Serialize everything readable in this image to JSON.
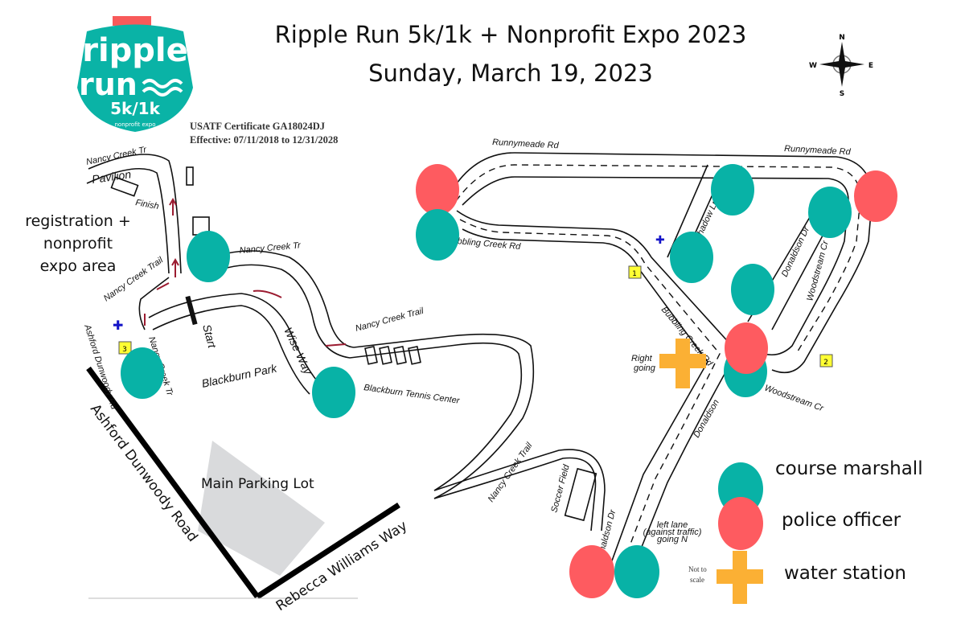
{
  "header": {
    "title_line1": "Ripple Run 5k/1k + Nonprofit Expo 2023",
    "title_line2": "Sunday, March 19, 2023"
  },
  "logo": {
    "line1": "ripple",
    "line2": "run",
    "line3": "5k/1k",
    "line4": "nonprofit expo"
  },
  "certificate": {
    "line1": "USATF Certificate GA18024DJ",
    "line2": "Effective: 07/11/2018 to 12/31/2028"
  },
  "compass": {
    "n": "N",
    "s": "S",
    "e": "E",
    "w": "W"
  },
  "areas": {
    "registration": [
      "registration +",
      "nonprofit",
      "expo area"
    ],
    "parking": "Main Parking Lot",
    "ashford_big": "Ashford Dunwoody Road",
    "rebecca": "Rebecca Williams Way"
  },
  "map_labels": {
    "nancy_creek_tr_top": "Nancy Creek Tr",
    "pavilion": "Pavilion",
    "finish": "Finish",
    "nancy_creek_tr_mid": "Nancy Creek Tr",
    "nancy_creek_trail_small": "Nancy Creek Trail",
    "ashford_small": "Ashford Dunwoody Rd",
    "nancy_creek_tr_low": "Nancy Creek Tr",
    "start": "Start",
    "blackburn_park": "Blackburn Park",
    "wise_way": "Wise Way",
    "nancy_creek_trail_east": "Nancy Creek Trail",
    "tennis_center": "Blackburn Tennis Center",
    "nancy_creek_trail_south": "Nancy Creek Trail",
    "soccer_field": "Soccer Field",
    "runnymeade_1": "Runnymeade Rd",
    "runnymeade_2": "Runnymeade Rd",
    "bubbling_creek_w": "Bubbling Creek Rd",
    "shadow_ln": "Shadow Ln",
    "donaldson_upper": "Donaldson Dr",
    "woodstream_cr": "Woodstream Cr",
    "bubbling_creek_s": "Bubbling Creek Rd",
    "woodstream_cr_s": "Woodstream Cr",
    "donaldson_lower": "Donaldson",
    "donaldson_dr": "Donaldson Dr",
    "right_going": [
      "Right",
      "going"
    ],
    "left_lane": [
      "left lane",
      "(against traffic)",
      "going N"
    ],
    "mile1": "1",
    "mile2": "2",
    "mile3": "3"
  },
  "legend": {
    "marshall": "course marshall",
    "police": "police officer",
    "water": "water station",
    "not_to_scale": [
      "Not to",
      "scale"
    ]
  },
  "colors": {
    "marshall": "#08b2a6",
    "police": "#fe5b60",
    "water": "#fbb034",
    "logo": "#0ab3a6",
    "logo_ribbon": "#f85a5a"
  }
}
